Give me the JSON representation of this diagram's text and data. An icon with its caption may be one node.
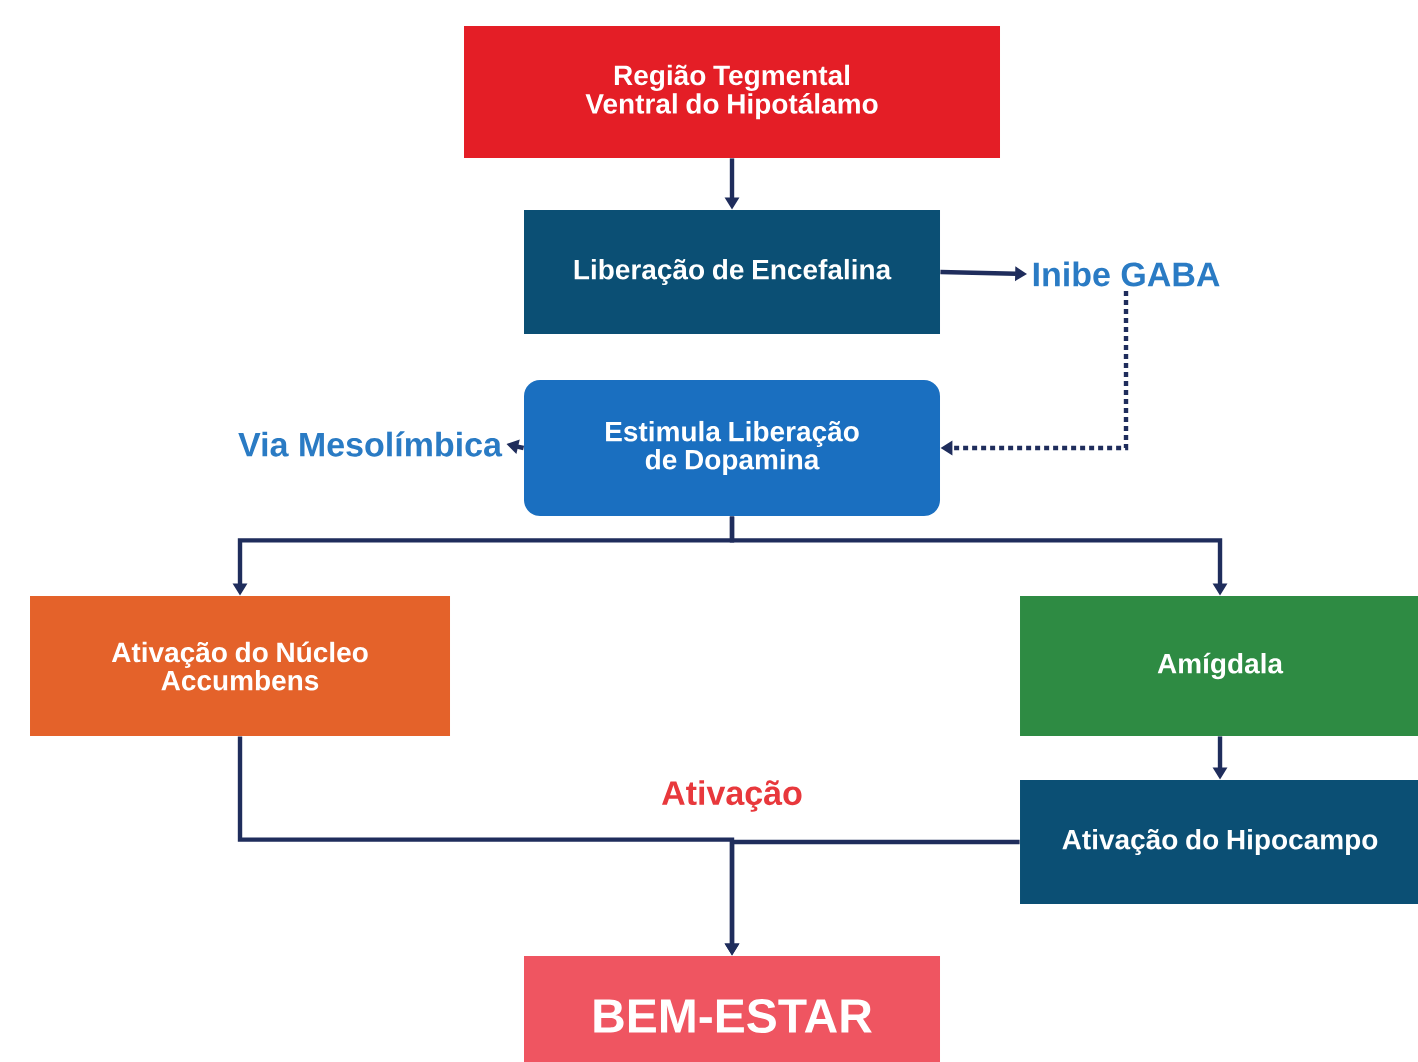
{
  "diagram": {
    "nodes": [
      {
        "text": [
          "Região Tegmental Ventral do Hipotálamo"
        ]
      },
      {
        "text": [
          "Liberação de Encefalina"
        ]
      },
      {
        "text": [
          "Inibe GABA"
        ]
      },
      {
        "text": [
          "Estimula Liberação de Dopamina"
        ]
      },
      {
        "text": [
          "Via Mesolímbica"
        ]
      },
      {
        "text": [
          "Ativação do Núcleo Accumbens"
        ]
      },
      {
        "text": [
          "Amígdala"
        ]
      },
      {
        "text": [
          "Ativação do Hipocampo"
        ]
      },
      {
        "text": [
          "BEM-ESTAR"
        ]
      }
    ],
    "edges": [
      {
        "from": 0,
        "to": 1,
        "arrow": "to"
      },
      {
        "from": 1,
        "to": 2,
        "arrow": "to"
      },
      {
        "from": 2,
        "to": 3,
        "arrow": "to",
        "style": "dashed"
      },
      {
        "from": 3,
        "to": 4,
        "arrow": "to"
      },
      {
        "from": 3,
        "to": 5,
        "arrow": "to"
      },
      {
        "from": 3,
        "to": 6,
        "arrow": "to"
      },
      {
        "from": 6,
        "to": 7,
        "arrow": "to"
      },
      {
        "from": 5,
        "to": 8,
        "arrow": "to"
      },
      {
        "from": 7,
        "to": 8,
        "arrow": "to"
      }
    ],
    "labels": [
      "Ativação"
    ]
  }
}
